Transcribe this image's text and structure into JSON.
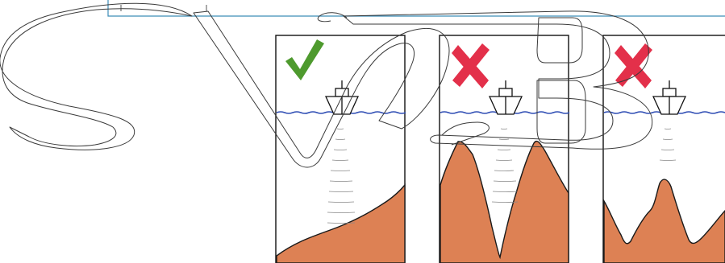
{
  "colors": {
    "seabed": "#DD8154",
    "water": "#2E4DB4",
    "callout_border": "#3C8DB8",
    "good_mark": "#4E9A2E",
    "bad_mark": "#E3304A",
    "watermark_stroke": "#3a3a3a"
  },
  "callout": {
    "text": ""
  },
  "panels": [
    {
      "id": "gently-sloping-bottom",
      "verdict": "good",
      "mark_icon": "checkmark-icon"
    },
    {
      "id": "steep-double-peak-bottom",
      "verdict": "bad",
      "mark_icon": "cross-icon"
    },
    {
      "id": "irregular-bottom",
      "verdict": "bad",
      "mark_icon": "cross-icon"
    }
  ],
  "watermark": {
    "icon": "svb-logo-outline"
  }
}
